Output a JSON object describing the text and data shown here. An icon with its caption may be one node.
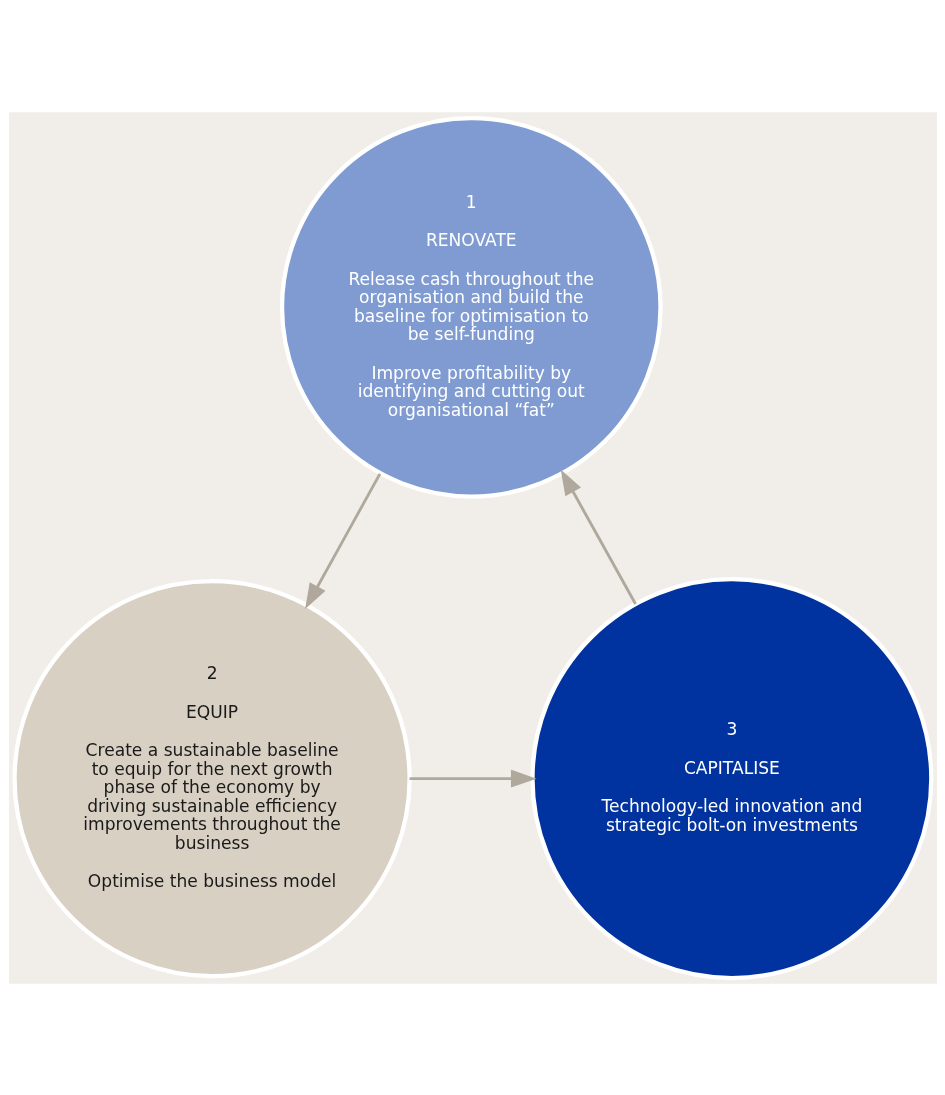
{
  "diagram": {
    "nodes": [
      {
        "text": [
          "1",
          "RENOVATE",
          "Release cash throughout the organisation and build the baseline for optimisation to be self-funding",
          "Improve profitability by identifying and cutting out organisational “fat”"
        ]
      },
      {
        "text": [
          "2",
          "EQUIP",
          "Create a sustainable baseline to equip for the next growth phase of the economy by driving sustainable efficiency improvements throughout the business",
          "Optimise the business model"
        ]
      },
      {
        "text": [
          "3",
          "CAPITALISE",
          "Technology-led innovation and strategic bolt-on investments"
        ]
      }
    ],
    "edges": [
      {
        "from": 0,
        "to": 1,
        "arrow": "to"
      },
      {
        "from": 1,
        "to": 2,
        "arrow": "to"
      },
      {
        "from": 2,
        "to": 0,
        "arrow": "to"
      }
    ]
  }
}
